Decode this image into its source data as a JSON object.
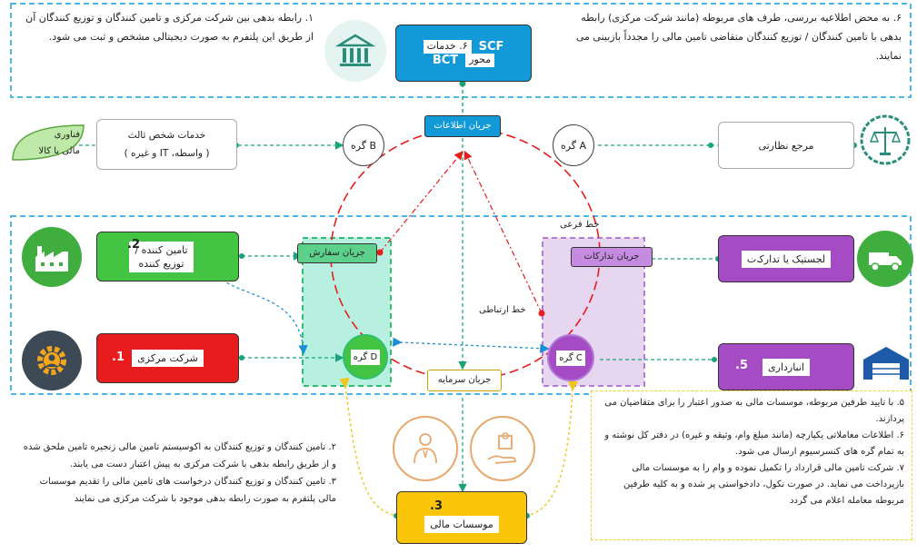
{
  "top_notes": {
    "left": "۱. رابطه بدهی بین شرکت مرکزی و تامین کنندگان و توزیع کنندگان آن از طریق این پلتفرم به صورت دیجیتالی مشخص و ثبت می شود.",
    "right": "۶. به محض اطلاعیه بررسی، طرف های مربوطه (مانند شرکت مرکزی) رابطه بدهی با تامین کنندگان / توزیع کنندگان متقاضی تامین مالی را مجدداً بازبینی می نمایند."
  },
  "scf_box": {
    "line1": "SCF",
    "line2": "۶. خدمات",
    "line3": "BCT",
    "line4": "محور"
  },
  "info_flow": "جریان اطلاعات",
  "third_party": {
    "line1": "خدمات شخص ثالث",
    "line2": "( واسطه، IT و غیره )"
  },
  "regulator": "مرجع نظارتی",
  "fintech": {
    "line1": "فناوری",
    "line2": "مالی یا کالا"
  },
  "group_b": "B گره",
  "group_a": "A گره",
  "sub_line": "خط فرعی",
  "comm_line": "خط ارتباطی",
  "supplier": {
    "num": "2.",
    "line1": "تامین کننده /",
    "line2": "توزیع کننده"
  },
  "order_flow": "جریان سفارش",
  "procurement_flow": "جریان تدارکات",
  "logistics": {
    "num": "4.",
    "label": "لجستیک یا تدارکات"
  },
  "central_company": {
    "num": "1.",
    "label": "شرکت مرکزی"
  },
  "group_d": "D گره",
  "group_c": "C گره",
  "warehouse": {
    "num": "5.",
    "label": "انبارداری"
  },
  "capital_flow": "جریان سرمایه",
  "financial_inst": {
    "num": "3.",
    "label": "موسسات مالی"
  },
  "bottom_left_note": {
    "p1": "۲. تامین کنندگان و توزیع کنندگان به اکوسیستم تامین مالی زنجیره تامین ملحق شده و از طریق رابطه بدهی با شرکت مرکزی به پیش اعتبار دست می یابند.",
    "p2": "۳. تامین کنندگان و توزیع کنندگان درخواست های تامین مالی را تقدیم موسسات مالی پلتفرم به صورت رابطه بدهی موجود با شرکت مرکزی می نمایند"
  },
  "bottom_right_note": {
    "p1": "۵. با تایید طرفین مربوطه، موسسات مالی به صدور اعتبار را برای متقاضیان می پردازند.",
    "p2": "۶. اطلاعات معاملاتی یکپارچه (مانند مبلغ وام، وثیقه و غیره) در دفتر کل نوشته و به تمام گره های کنسرسیوم ارسال می شود.",
    "p3": "۷. شرکت تامین مالی قرارداد را تکمیل نموده و وام را به موسسات مالی بازپرداخت می نماید. در صورت نکول، دادخواستی پر شده و به کلیه طرفین مربوطه معامله اعلام می گردد"
  },
  "colors": {
    "green": "#43c443",
    "red": "#e81c1c",
    "purple": "#a54cc5",
    "blue": "#129ad8",
    "yellow": "#fbc50a"
  }
}
